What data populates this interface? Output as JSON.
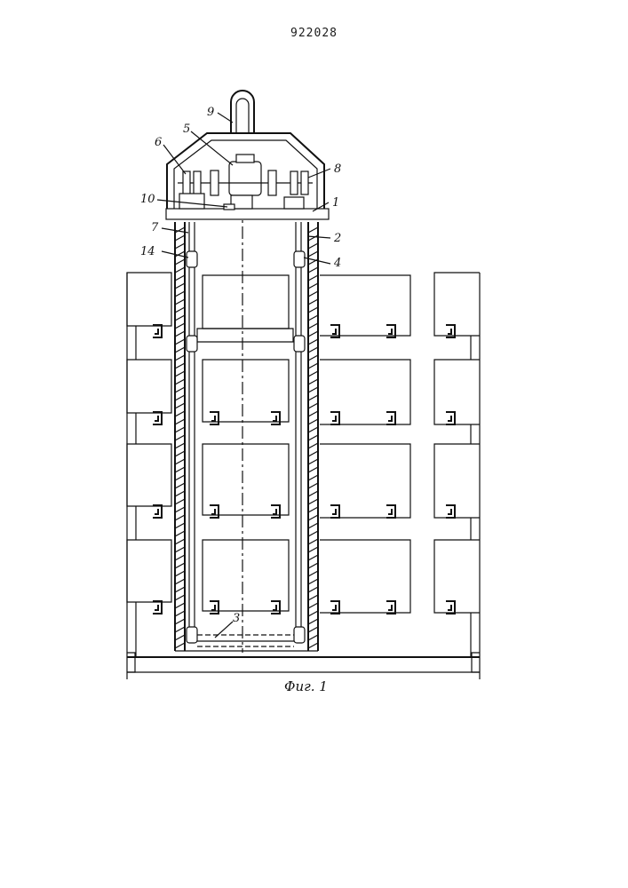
{
  "document": {
    "patent_number": "922028",
    "figure_caption": "Фиг. 1"
  },
  "callouts": [
    "9",
    "5",
    "6",
    "8",
    "10",
    "1",
    "7",
    "2",
    "14",
    "4",
    "3"
  ],
  "style": {
    "line_color": "#111111",
    "background": "#ffffff"
  }
}
